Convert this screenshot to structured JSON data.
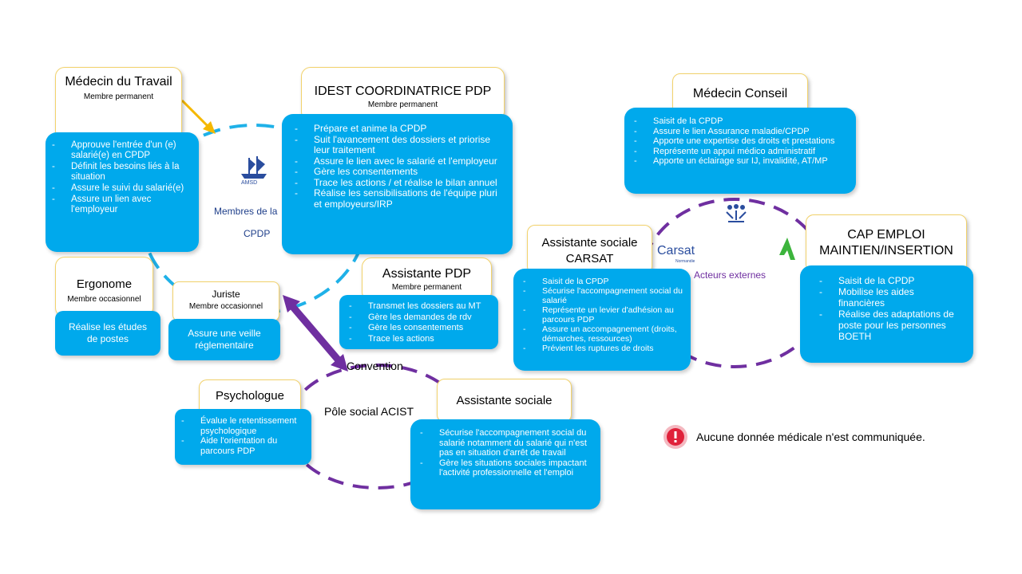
{
  "medecin_travail": {
    "title": "Médecin du Travail",
    "subtitle": "Membre permanent",
    "items": [
      "Approuve l'entrée d'un (e) salarié(e) en CPDP",
      "Définit les besoins liés à la situation",
      "Assure le suivi du salarié(e)",
      "Assure un lien avec l'employeur"
    ]
  },
  "idest": {
    "title": "IDEST COORDINATRICE PDP",
    "subtitle": "Membre permanent",
    "items": [
      "Prépare et anime la CPDP",
      "Suit l'avancement des dossiers et priorise leur traitement",
      "Assure le lien avec le salarié et l'employeur",
      "Gère les consentements",
      "Trace les actions / et réalise le bilan annuel",
      "Réalise les sensibilisations de l'équipe pluri et employeurs/IRP"
    ]
  },
  "amsd": {
    "logo_text": "AMSD",
    "label_line1": "Membres de la",
    "label_line2": "CPDP"
  },
  "ergonome": {
    "title": "Ergonome",
    "subtitle": "Membre occasionnel",
    "body": "Réalise les études de postes"
  },
  "juriste": {
    "title": "Juriste",
    "subtitle": "Membre occasionnel",
    "body": "Assure une veille réglementaire"
  },
  "assistante_pdp": {
    "title": "Assistante PDP",
    "subtitle": "Membre permanent",
    "items": [
      "Transmet les dossiers au MT",
      "Gère les demandes de rdv",
      "Gère les consentements",
      "Trace les actions"
    ]
  },
  "convention": "Convention",
  "pole_social": "Pôle social ACIST",
  "psychologue": {
    "title": "Psychologue",
    "items": [
      "Évalue le retentissement psychologique",
      "Aide l'orientation du parcours PDP"
    ]
  },
  "assistante_sociale": {
    "title": "Assistante sociale",
    "items": [
      "Sécurise l'accompagnement social du salarié notamment du salarié qui n'est pas en situation d'arrêt de travail",
      "Gère les situations sociales impactant l'activité professionnelle et l'emploi"
    ]
  },
  "medecin_conseil": {
    "title": "Médecin Conseil",
    "items": [
      "Saisit de la CPDP",
      "Assure le lien Assurance maladie/CPDP",
      "Apporte une expertise des droits et prestations",
      "Représente un appui médico administratif",
      "Apporte un éclairage sur IJ, invalidité, AT/MP"
    ]
  },
  "carsat": {
    "title": "Assistante sociale CARSAT",
    "logo_text": "Carsat",
    "logo_sub": "Normandie",
    "items": [
      "Saisit de la CPDP",
      "Sécurise l'accompagnement social du salarié",
      "Représente un levier d'adhésion au parcours PDP",
      "Assure un accompagnement (droits, démarches, ressources)",
      "Prévient les ruptures de droits"
    ]
  },
  "acteurs_externes": "Acteurs externes",
  "cap_emploi": {
    "title": "CAP EMPLOI MAINTIEN/INSERTION",
    "items": [
      "Saisit de la CPDP",
      "Mobilise les aides financières",
      "Réalise des adaptations de poste pour les personnes BOETH"
    ]
  },
  "alert": {
    "text": "Aucune donnée médicale n'est communiquée."
  },
  "colors": {
    "card_blue": "#00a9ec",
    "arrow_yellow": "#f5b800",
    "purple": "#6f2fa0",
    "alert_red": "#e0213a",
    "logo_green": "#3cb43c"
  }
}
